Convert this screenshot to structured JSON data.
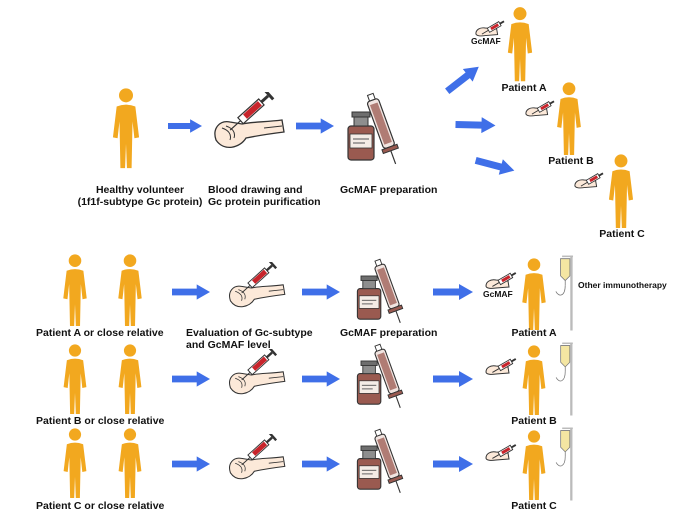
{
  "colors": {
    "person": "#F2A81F",
    "arrow": "#3F6FE8",
    "skin": "#FCE9D9",
    "outline": "#333333",
    "syringe_red": "#C8242B",
    "vial_brown": "#9A5A50",
    "iv_bag": "#F4E6A2",
    "pole": "#BBBBBB"
  },
  "icons": [
    "person-icon",
    "blood-draw-icon",
    "vial-syringe-icon",
    "injection-icon",
    "iv-drip-icon",
    "arrow-icon"
  ],
  "top": {
    "volunteer_line1": "Healthy volunteer",
    "volunteer_line2": "(1f1f-subtype Gc protein)",
    "draw_line1": "Blood drawing and",
    "draw_line2": "Gc protein purification",
    "prep": "GcMAF preparation",
    "gcmaf_tag": "GcMAF",
    "patient_a": "Patient A",
    "patient_b": "Patient B",
    "patient_c": "Patient C"
  },
  "rows": [
    {
      "source": "Patient A or close relative",
      "eval_line1": "Evaluation of Gc-subtype",
      "eval_line2": "and GcMAF level",
      "prep": "GcMAF preparation",
      "gcmaf_tag": "GcMAF",
      "other": "Other immunotherapy",
      "patient": "Patient A"
    },
    {
      "source": "Patient B or close relative",
      "patient": "Patient B"
    },
    {
      "source": "Patient C or close relative",
      "patient": "Patient C"
    }
  ]
}
